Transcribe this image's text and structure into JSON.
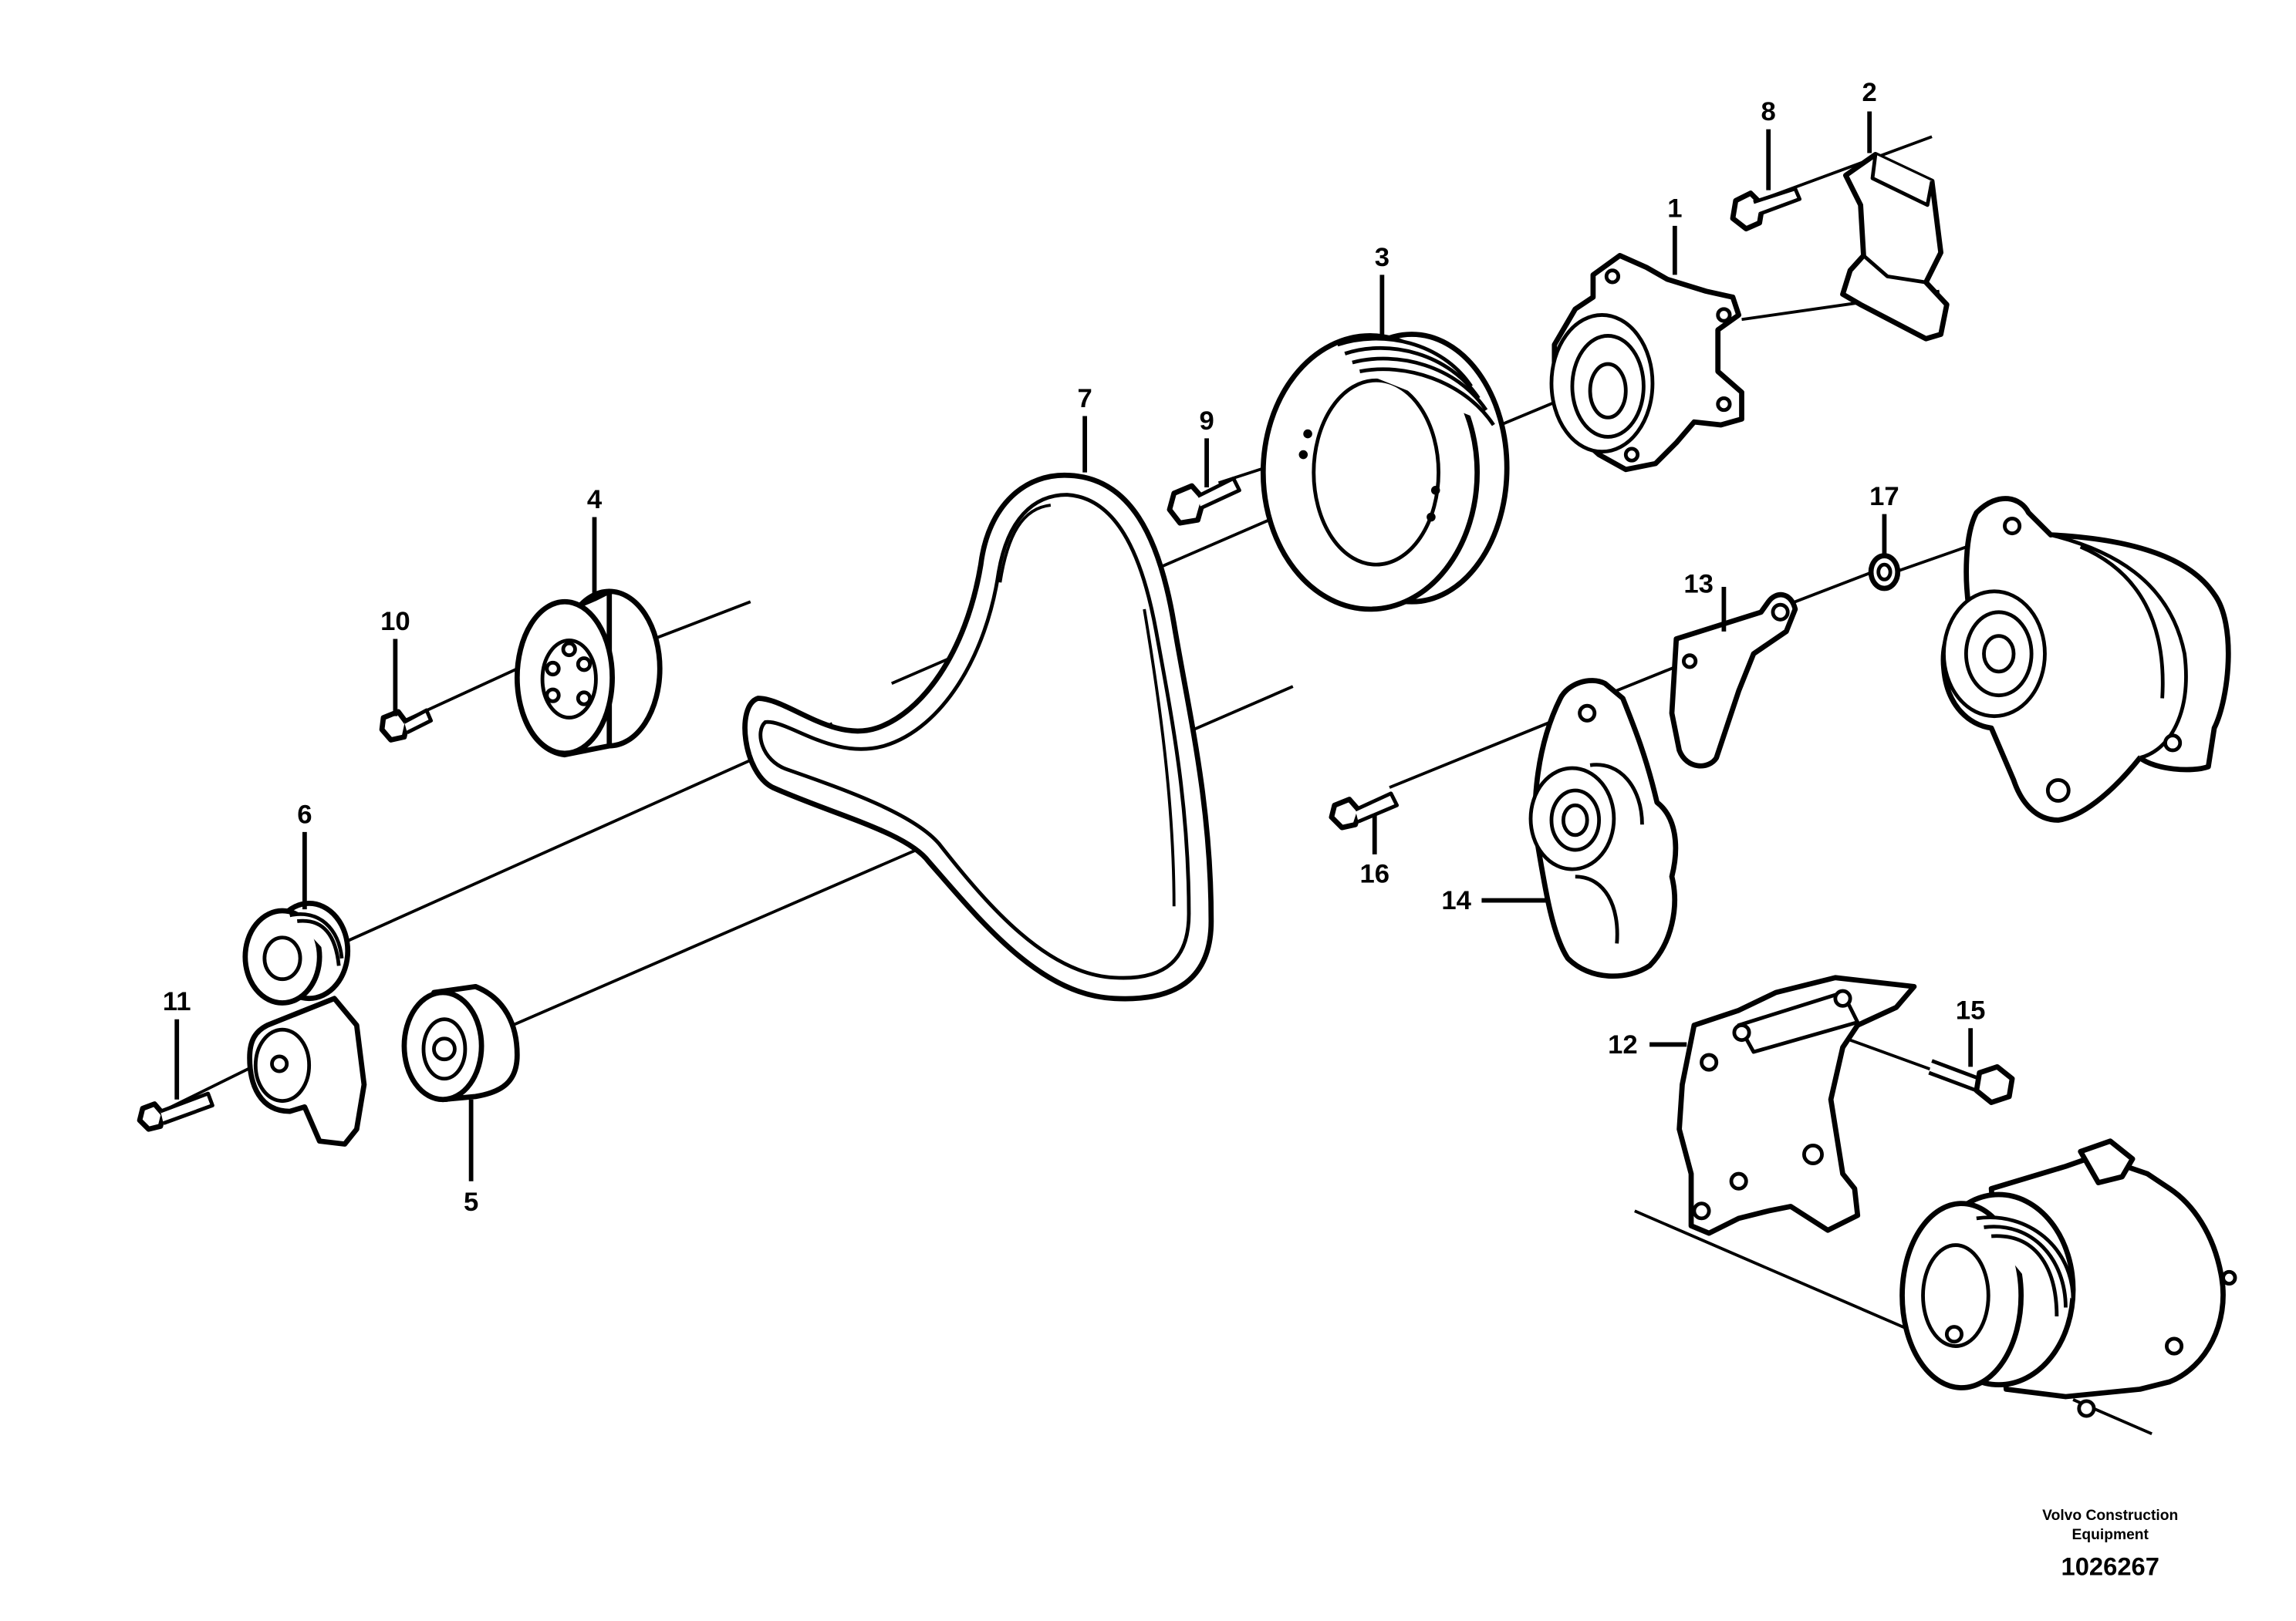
{
  "callouts": {
    "c1": "1",
    "c2": "2",
    "c3": "3",
    "c4": "4",
    "c5": "5",
    "c6": "6",
    "c7": "7",
    "c8": "8",
    "c9": "9",
    "c10": "10",
    "c11": "11",
    "c12": "12",
    "c13": "13",
    "c14": "14",
    "c15": "15",
    "c16": "16",
    "c17": "17"
  },
  "footer": {
    "company_line1": "Volvo Construction",
    "company_line2": "Equipment",
    "drawing_number": "1026267"
  }
}
